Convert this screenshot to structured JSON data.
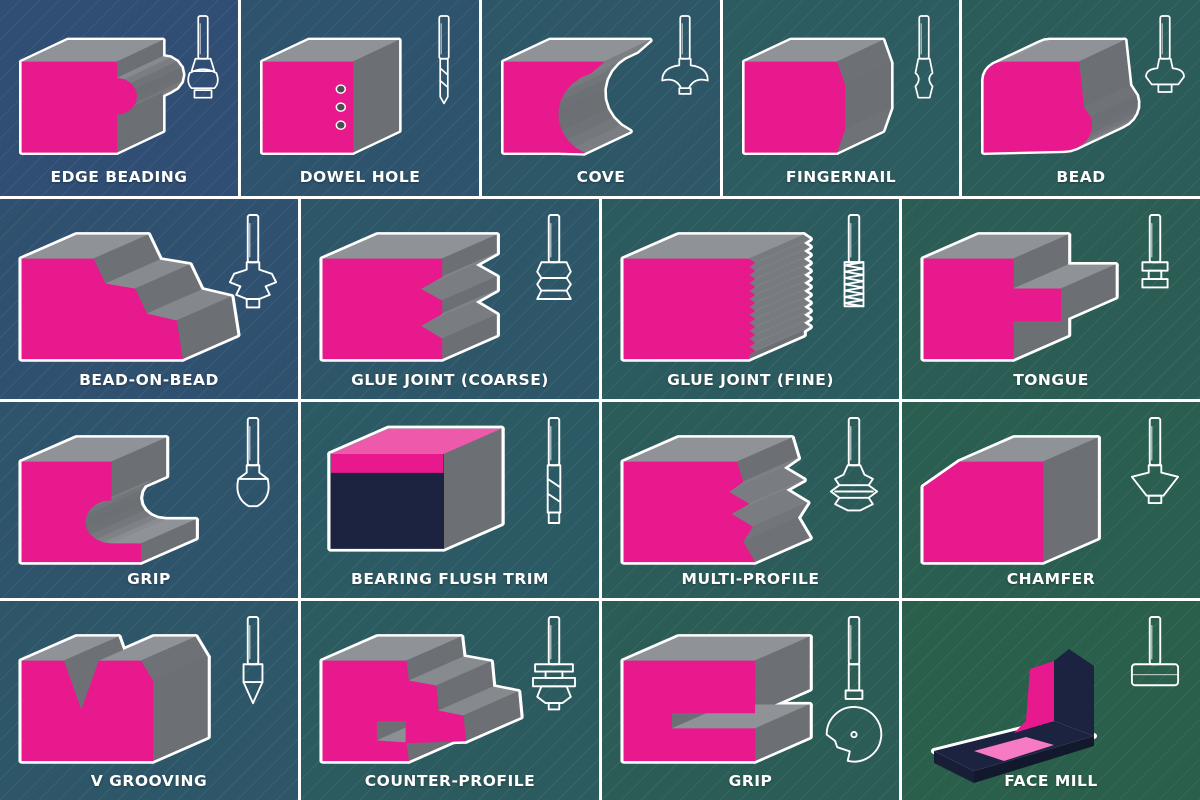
{
  "colors": {
    "magenta": "#e8198d",
    "steel_light": "#b9bcc0",
    "steel_mid": "#8e9296",
    "steel_dark": "#6c7074",
    "navy": "#1b2340",
    "outline": "#ffffff",
    "bg_blue": "#314a78",
    "bg_teal": "#2c5a64",
    "bg_green": "#2a5f4a"
  },
  "tiles": [
    {
      "label": "EDGE BEADING",
      "profile": "edge-beading",
      "bit": "beading-bit-icon"
    },
    {
      "label": "DOWEL HOLE",
      "profile": "dowel-hole",
      "bit": "dowel-drill-icon"
    },
    {
      "label": "COVE",
      "profile": "cove",
      "bit": "cove-bit-icon"
    },
    {
      "label": "FINGERNAIL",
      "profile": "fingernail",
      "bit": "fingernail-bit-icon"
    },
    {
      "label": "BEAD",
      "profile": "bead",
      "bit": "bead-bit-icon"
    },
    {
      "label": "BEAD-ON-BEAD",
      "profile": "bead-on-bead",
      "bit": "bead-on-bead-bit-icon"
    },
    {
      "label": "GLUE JOINT (COARSE)",
      "profile": "glue-coarse",
      "bit": "glue-joint-coarse-bit-icon"
    },
    {
      "label": "GLUE JOINT (FINE)",
      "profile": "glue-fine",
      "bit": "glue-joint-fine-bit-icon"
    },
    {
      "label": "TONGUE",
      "profile": "tongue",
      "bit": "tongue-bit-icon"
    },
    {
      "label": "GRIP",
      "profile": "grip",
      "bit": "grip-bit-icon"
    },
    {
      "label": "BEARING FLUSH TRIM",
      "profile": "flush-trim",
      "bit": "flush-trim-bit-icon"
    },
    {
      "label": "MULTI-PROFILE",
      "profile": "multi-profile",
      "bit": "multi-profile-bit-icon"
    },
    {
      "label": "CHAMFER",
      "profile": "chamfer",
      "bit": "chamfer-bit-icon"
    },
    {
      "label": "V GROOVING",
      "profile": "v-groove",
      "bit": "v-groove-bit-icon"
    },
    {
      "label": "COUNTER-PROFILE",
      "profile": "counter-profile",
      "bit": "counter-profile-bit-icon"
    },
    {
      "label": "GRIP",
      "profile": "grip-slot",
      "bit": "slot-cutter-icon"
    },
    {
      "label": "FACE MILL",
      "profile": "face-mill",
      "bit": "face-mill-bit-icon"
    }
  ]
}
